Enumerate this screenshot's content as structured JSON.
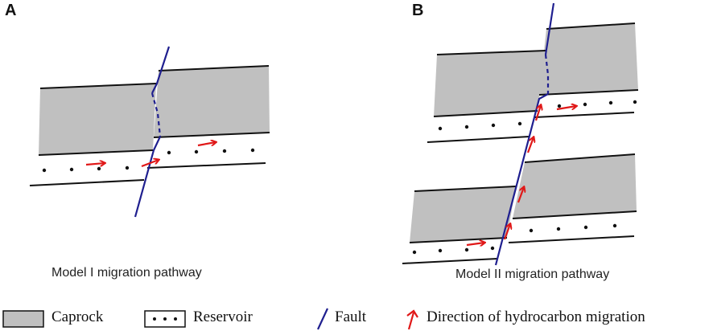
{
  "panels": [
    {
      "letter": "A",
      "caption": "Model I migration pathway"
    },
    {
      "letter": "B",
      "caption": "Model II migration pathway"
    }
  ],
  "legend": {
    "caprock": "Caprock",
    "reservoir": "Reservoir",
    "fault": "Fault",
    "migration": "Direction of hydrocarbon migration"
  },
  "colors": {
    "caprock_fill": "#c0c0c0",
    "fault": "#1f1f8f",
    "arrow": "#e01818",
    "line": "#111111"
  }
}
